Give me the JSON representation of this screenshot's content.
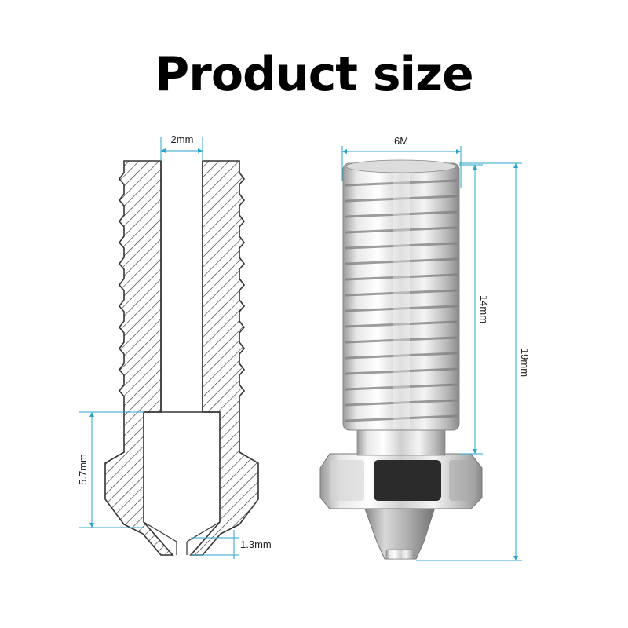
{
  "title": "Product size",
  "dimensions": {
    "bore_diameter": "2mm",
    "thread_size": "6M",
    "thread_length": "14mm",
    "total_length": "19mm",
    "inner_cavity_depth": "5.7mm",
    "tip_length": "1.3mm"
  },
  "colors": {
    "dimension_line": "#2aa3c8",
    "outline": "#333333",
    "metal_light": "#f2f2f2",
    "metal_dark": "#8a8a8a",
    "hex_face": "#2b2b2b"
  }
}
